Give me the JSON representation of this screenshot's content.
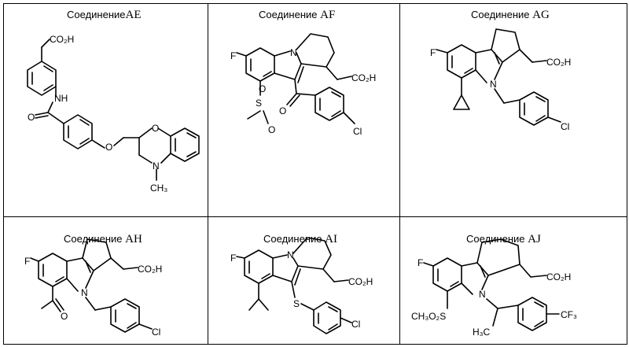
{
  "compounds": [
    {
      "prefix": "Соединение",
      "code": "AE",
      "atoms": {
        "co2h": "CO₂H",
        "nh": "NH",
        "o_ether": "O",
        "o_ring": "O",
        "n_ring": "N",
        "ch3": "CH₃",
        "o_carbonyl": "O"
      }
    },
    {
      "prefix": "Соединение",
      "code": "AF",
      "atoms": {
        "f": "F",
        "n": "N",
        "co2h": "CO₂H",
        "s": "S",
        "o1": "O",
        "o2": "O",
        "o_carbonyl": "O",
        "cl": "Cl"
      }
    },
    {
      "prefix": "Соединение",
      "code": "AG",
      "atoms": {
        "f": "F",
        "n": "N",
        "co2h": "CO₂H",
        "cl": "Cl"
      }
    },
    {
      "prefix": "Соединение",
      "code": "AH",
      "atoms": {
        "f": "F",
        "n": "N",
        "co2h": "CO₂H",
        "o": "O",
        "cl": "Cl"
      }
    },
    {
      "prefix": "Соединение",
      "code": "AI",
      "atoms": {
        "f": "F",
        "n": "N",
        "co2h": "CO₂H",
        "s": "S",
        "cl": "Cl"
      }
    },
    {
      "prefix": "Соединение",
      "code": "AJ",
      "atoms": {
        "f": "F",
        "n": "N",
        "co2h": "CO₂H",
        "so2": "CH₃O₂S",
        "h3c": "H₃C",
        "cf3": "CF₃"
      }
    }
  ]
}
